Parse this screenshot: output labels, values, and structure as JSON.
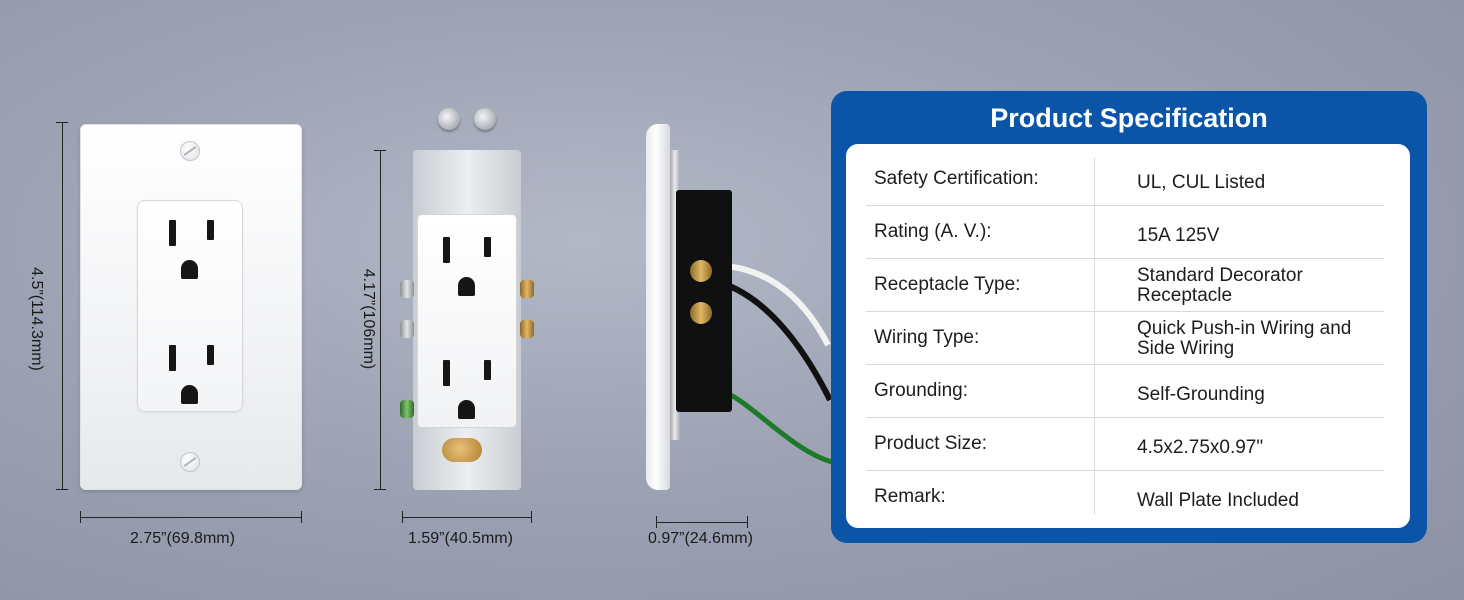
{
  "dimensions": {
    "plate_height": "4.5”(114.3mm)",
    "plate_width": "2.75”(69.8mm)",
    "receptacle_height": "4.17”(106mm)",
    "receptacle_width": "1.59”(40.5mm)",
    "depth": "0.97”(24.6mm)"
  },
  "spec": {
    "title": "Product Specification",
    "rows": [
      {
        "key": "Safety Certification:",
        "value": "UL, CUL Listed"
      },
      {
        "key": "Rating (A. V.):",
        "value": "15A 125V"
      },
      {
        "key": "Receptacle Type:",
        "value": "Standard Decorator Receptacle"
      },
      {
        "key": "Wiring Type:",
        "value": "Quick Push-in Wiring and Side Wiring"
      },
      {
        "key": "Grounding:",
        "value": "Self-Grounding"
      },
      {
        "key": "Product Size:",
        "value": "4.5x2.75x0.97\""
      },
      {
        "key": "Remark:",
        "value": "Wall Plate Included"
      }
    ]
  },
  "colors": {
    "panel_blue": "#0b55a9",
    "background": "#9da3b4"
  }
}
